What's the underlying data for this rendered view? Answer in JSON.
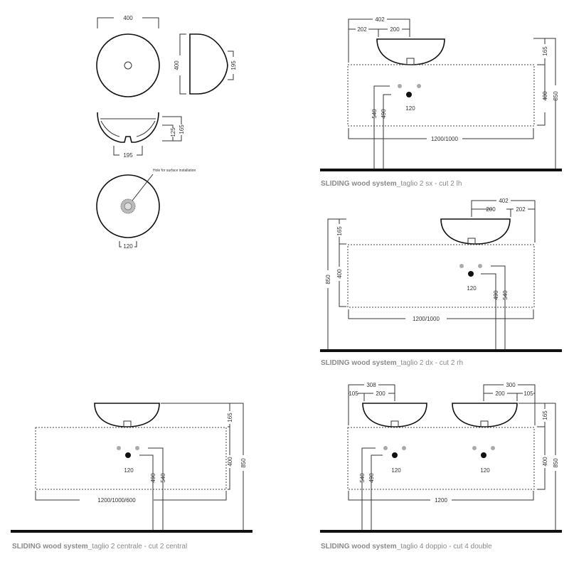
{
  "title": "SLIDING wood system installation drawings",
  "basin": {
    "width": "400",
    "depth": "400",
    "side_offset": "195",
    "inner_height": "125",
    "total_height": "165",
    "base_width": "195",
    "hole_label": "Hole for surface installation",
    "hole_dim": "120"
  },
  "panels": [
    {
      "caption_bold": "SLIDING wood system",
      "caption_rest": "_taglio 2 sx - cut 2 lh",
      "dims": {
        "overall": "402",
        "a": "202",
        "b": "200",
        "h1": "165",
        "h2": "400",
        "h3": "850",
        "d1": "540",
        "d2": "490",
        "hole": "120",
        "width": "1200/1000"
      }
    },
    {
      "caption_bold": "SLIDING wood system",
      "caption_rest": "_taglio 2 dx - cut 2 rh",
      "dims": {
        "overall": "402",
        "a": "200",
        "b": "202",
        "h1": "165",
        "h2": "400",
        "h3": "850",
        "d1": "490",
        "d2": "540",
        "hole": "120",
        "width": "1200/1000"
      }
    },
    {
      "caption_bold": "SLIDING wood system",
      "caption_rest": "_taglio 2 centrale - cut 2 central",
      "dims": {
        "h1": "165",
        "h2": "400",
        "h3": "850",
        "d1": "490",
        "d2": "540",
        "hole": "120",
        "width": "1200/1000/600"
      }
    },
    {
      "caption_bold": "SLIDING wood system",
      "caption_rest": "_taglio 4 doppio - cut 4 double",
      "dims": {
        "left_overall": "308",
        "left_a": "105",
        "left_b": "200",
        "right_overall": "300",
        "right_a": "200",
        "right_b": "105",
        "h1": "165",
        "h2": "400",
        "h3": "850",
        "d1": "540",
        "d2": "490",
        "hole_left": "120",
        "hole_right": "120",
        "width": "1200"
      }
    }
  ]
}
